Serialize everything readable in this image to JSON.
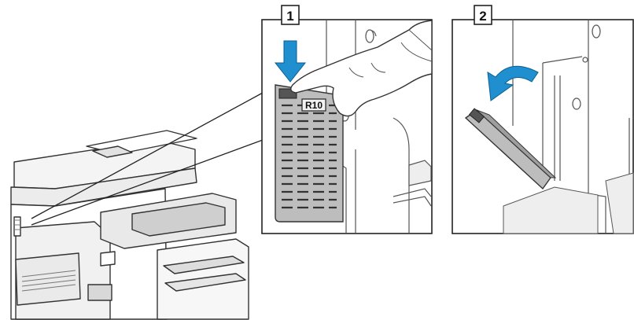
{
  "steps": [
    {
      "number": "1",
      "door_label": "R10"
    },
    {
      "number": "2"
    }
  ],
  "colors": {
    "arrow_blue": "#1f8fd0",
    "door_gray": "#bdbdbd",
    "line_dark": "#222222",
    "shade_light": "#e6e6e6"
  }
}
